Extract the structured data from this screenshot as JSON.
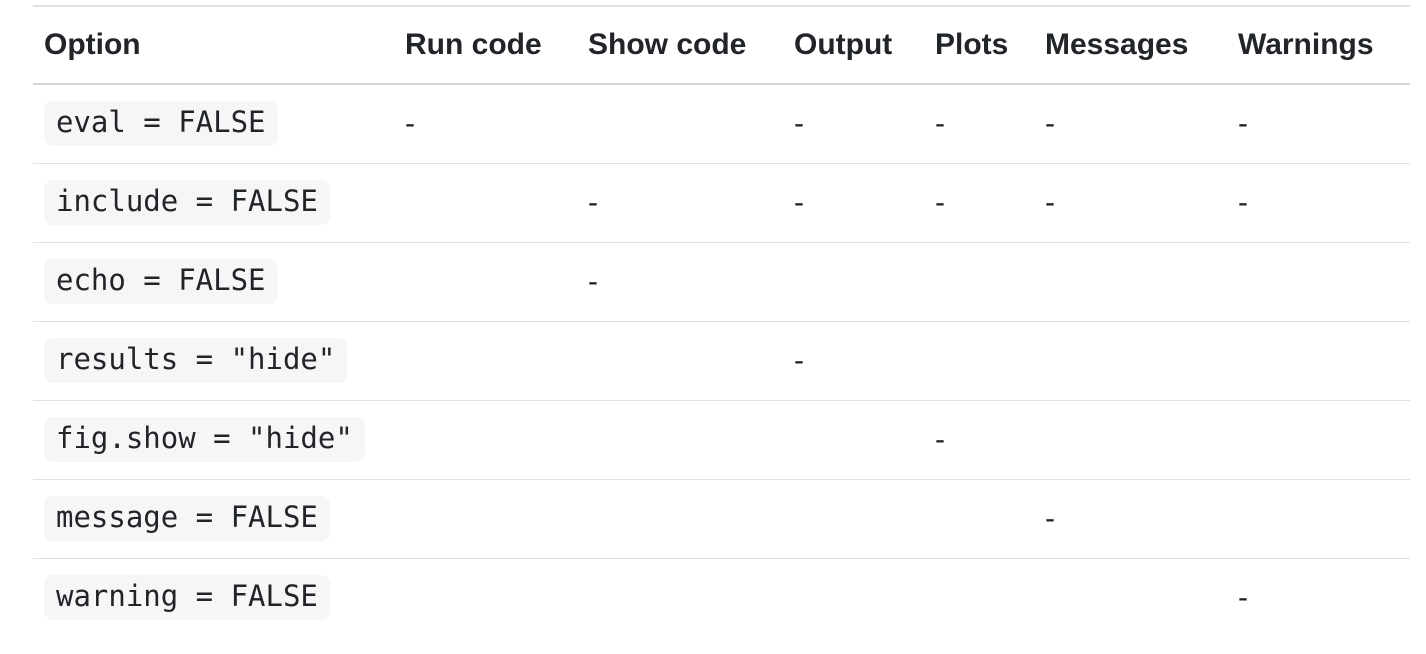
{
  "table": {
    "columns": [
      "Option",
      "Run code",
      "Show code",
      "Output",
      "Plots",
      "Messages",
      "Warnings"
    ],
    "rows": [
      {
        "option": "eval = FALSE",
        "cells": [
          "-",
          "",
          "-",
          "-",
          "-",
          "-"
        ]
      },
      {
        "option": "include = FALSE",
        "cells": [
          "",
          "-",
          "-",
          "-",
          "-",
          "-"
        ]
      },
      {
        "option": "echo = FALSE",
        "cells": [
          "",
          "-",
          "",
          "",
          "",
          ""
        ]
      },
      {
        "option": "results = \"hide\"",
        "cells": [
          "",
          "",
          "-",
          "",
          "",
          ""
        ]
      },
      {
        "option": "fig.show = \"hide\"",
        "cells": [
          "",
          "",
          "",
          "-",
          "",
          ""
        ]
      },
      {
        "option": "message = FALSE",
        "cells": [
          "",
          "",
          "",
          "",
          "-",
          ""
        ]
      },
      {
        "option": "warning = FALSE",
        "cells": [
          "",
          "",
          "",
          "",
          "",
          "-"
        ]
      }
    ],
    "colors": {
      "text": "#212529",
      "row_border": "#dee2e6",
      "header_border": "#d3d8dc",
      "code_chip_background": "#f6f6f6",
      "page_background": "#ffffff"
    }
  }
}
